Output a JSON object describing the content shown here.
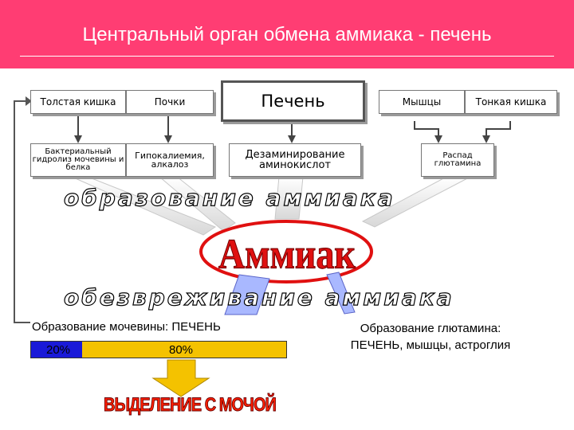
{
  "header": {
    "title": "Центральный орган обмена аммиака - печень"
  },
  "sources": [
    {
      "label": "Толстая кишка"
    },
    {
      "label": "Почки"
    },
    {
      "label": "Печень"
    },
    {
      "label": "Мышцы"
    },
    {
      "label": "Тонкая кишка"
    }
  ],
  "processes": [
    {
      "label": "Бактериальный гидролиз мочевины и белка"
    },
    {
      "label": "Гипокалиемия, алкалоз"
    },
    {
      "label": "Дезаминирование аминокислот"
    },
    {
      "label": "Распад глютамина"
    }
  ],
  "banner_top": "образование аммиака",
  "center": {
    "label": "Аммиак"
  },
  "banner_bottom": "обезвреживание аммиака",
  "urea": {
    "title": "Образование мочевины: ПЕЧЕНЬ",
    "bar": [
      {
        "label": "20%",
        "fraction": 0.2,
        "color": "#1a1ad8"
      },
      {
        "label": "80%",
        "fraction": 0.8,
        "color": "#f4c200"
      }
    ]
  },
  "glutamine": {
    "line1": "Образование глютамина:",
    "line2": "ПЕЧЕНЬ, мышцы, астроглия"
  },
  "excretion": {
    "label": "ВЫДЕЛЕНИЕ С МОЧОЙ"
  },
  "colors": {
    "header": "#ff3d73",
    "ellipse": "#e01010",
    "arrow_blue": "#a9b8ff",
    "arrow_yellow": "#f4c200"
  }
}
